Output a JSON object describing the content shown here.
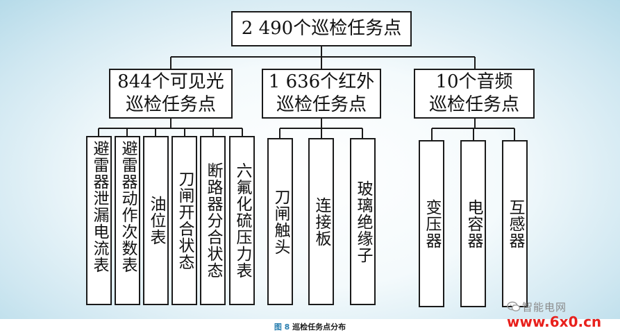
{
  "diagram": {
    "root": "2 490个巡检任务点",
    "groups": [
      {
        "line1": "844个可见光",
        "line2": "巡检任务点",
        "items": [
          "避雷器泄漏电流表",
          "避雷器动作次数表",
          "油位表",
          "刀闸开合状态",
          "断路器分合状态",
          "六氟化硫压力表"
        ]
      },
      {
        "line1": "1 636个红外",
        "line2": "巡检任务点",
        "items": [
          "刀闸触头",
          "连接板",
          "玻璃绝缘子"
        ]
      },
      {
        "line1": "10个音频",
        "line2": "巡检任务点",
        "items": [
          "变压器",
          "电容器",
          "互感器"
        ]
      }
    ]
  },
  "caption": {
    "figure": "图 8",
    "text": "巡检任务点分布"
  },
  "watermark": {
    "brand": "智能电网",
    "url": "www.6x0.cn",
    "icon": "wechat-icon"
  }
}
